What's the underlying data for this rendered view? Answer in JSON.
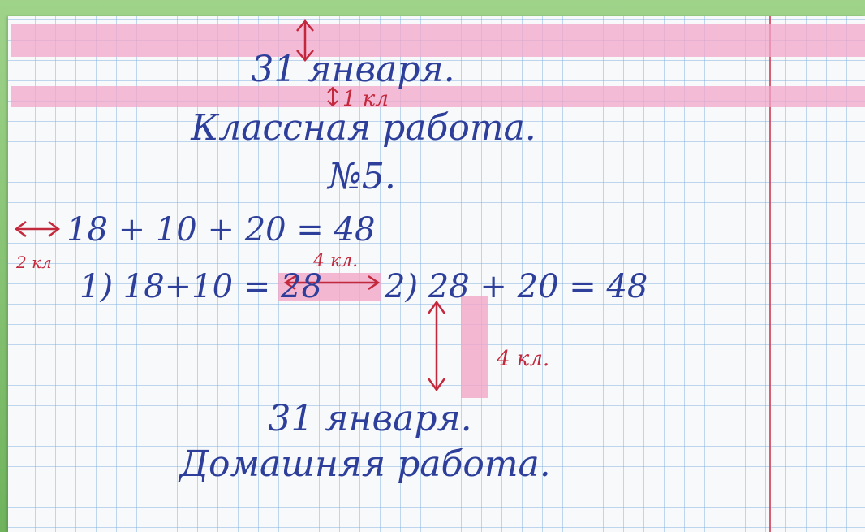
{
  "heading": {
    "date_classwork": "31 января.",
    "classwork_title": "Классная работа.",
    "exercise_number": "№5.",
    "date_homework": "31 января.",
    "homework_title": "Домашняя работа."
  },
  "solution": {
    "main_expression": "18 + 10 + 20 = 48",
    "step1": "1) 18+10 = 28",
    "step2": "2) 28 + 20 = 48"
  },
  "annotations": {
    "gap_top_label": "1 кл",
    "gap_left_label": "2 кл",
    "gap_between_steps_label": "4 кл.",
    "gap_before_homework_label": "4 кл."
  },
  "colors": {
    "ink": "#2d3f9a",
    "annotation_ink": "#c4283c",
    "highlight": "#f2a6c8",
    "margin_line": "#d0445a",
    "grid": "#78aadc",
    "frame": "#7fbf6e"
  }
}
